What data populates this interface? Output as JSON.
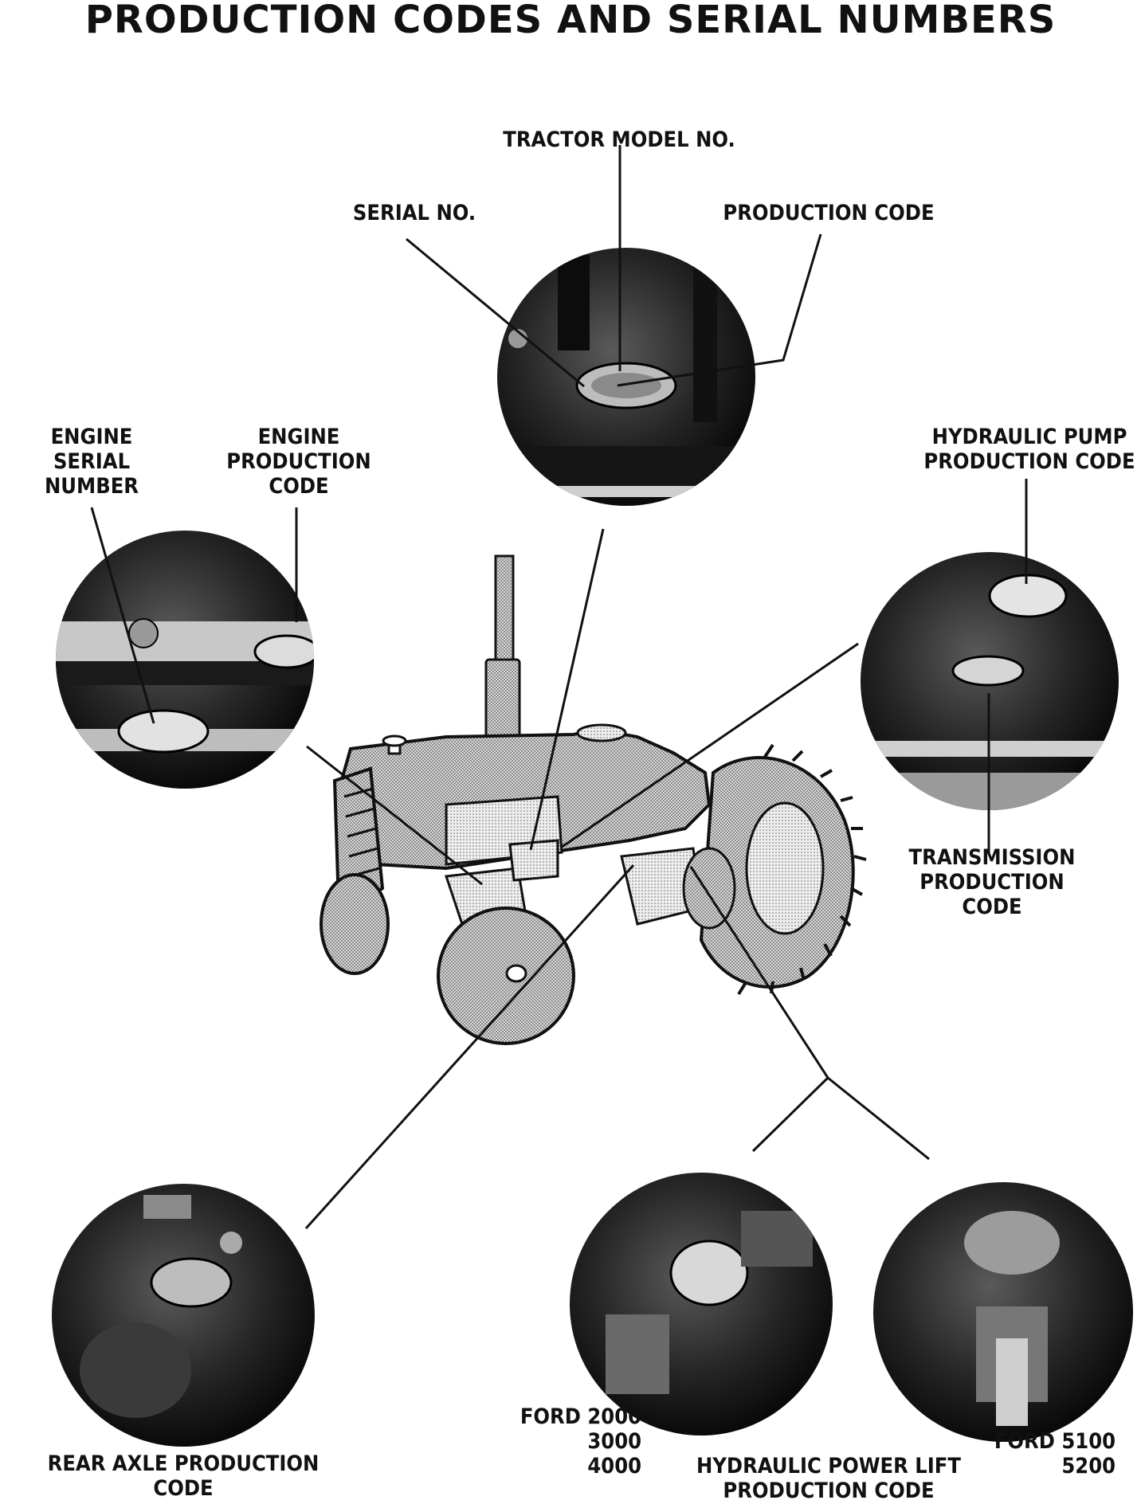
{
  "title": "PRODUCTION CODES AND SERIAL NUMBERS",
  "labels": {
    "tractor_model": "TRACTOR MODEL NO.",
    "serial": "SERIAL NO.",
    "production_code": "PRODUCTION CODE",
    "engine_serial": [
      "ENGINE",
      "SERIAL",
      "NUMBER"
    ],
    "engine_production": [
      "ENGINE",
      "PRODUCTION",
      "CODE"
    ],
    "hydraulic_pump": [
      "HYDRAULIC PUMP",
      "PRODUCTION CODE"
    ],
    "transmission": [
      "TRANSMISSION",
      "PRODUCTION",
      "CODE"
    ],
    "rear_axle": [
      "REAR AXLE PRODUCTION",
      "CODE"
    ],
    "ford_small": [
      "FORD 2000",
      "3000",
      "4000"
    ],
    "ford_large": [
      "FORD 5100",
      "5200"
    ],
    "hydraulic_lift": [
      "HYDRAULIC POWER LIFT",
      "PRODUCTION CODE"
    ]
  }
}
